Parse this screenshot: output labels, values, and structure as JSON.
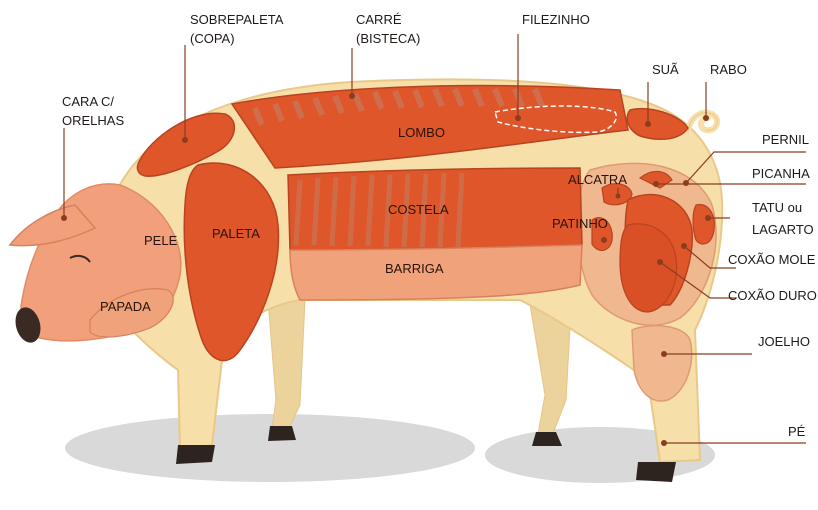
{
  "colors": {
    "skin": "#f6dfa8",
    "skin_outline": "#e8c98a",
    "head": "#f2a07c",
    "cut": "#e0562b",
    "cut_light": "#f0a27a",
    "cut_dark": "#b8431f",
    "hoof": "#2d2420",
    "shadow": "#d9d9d9",
    "leader": "#8a3d1f"
  },
  "labels": {
    "cara": [
      "CARA C/",
      "ORELHAS"
    ],
    "sobrepaleta": [
      "SOBREPALETA",
      "(COPA)"
    ],
    "carre": [
      "CARRÉ",
      "(BISTECA)"
    ],
    "filezinho": "FILEZINHO",
    "sua": "SUÃ",
    "rabo": "RABO",
    "pernil": "PERNIL",
    "picanha": "PICANHA",
    "tatu": [
      "TATU ou",
      "LAGARTO"
    ],
    "coxao_mole": "COXÃO MOLE",
    "coxao_duro": "COXÃO DURO",
    "joelho": "JOELHO",
    "pe": "PÉ",
    "lombo": "LOMBO",
    "costela": "COSTELA",
    "barriga": "BARRIGA",
    "paleta": "PALETA",
    "pele": "PELE",
    "papada": "PAPADA",
    "alcatra": "ALCATRA",
    "patinho": "PATINHO"
  }
}
